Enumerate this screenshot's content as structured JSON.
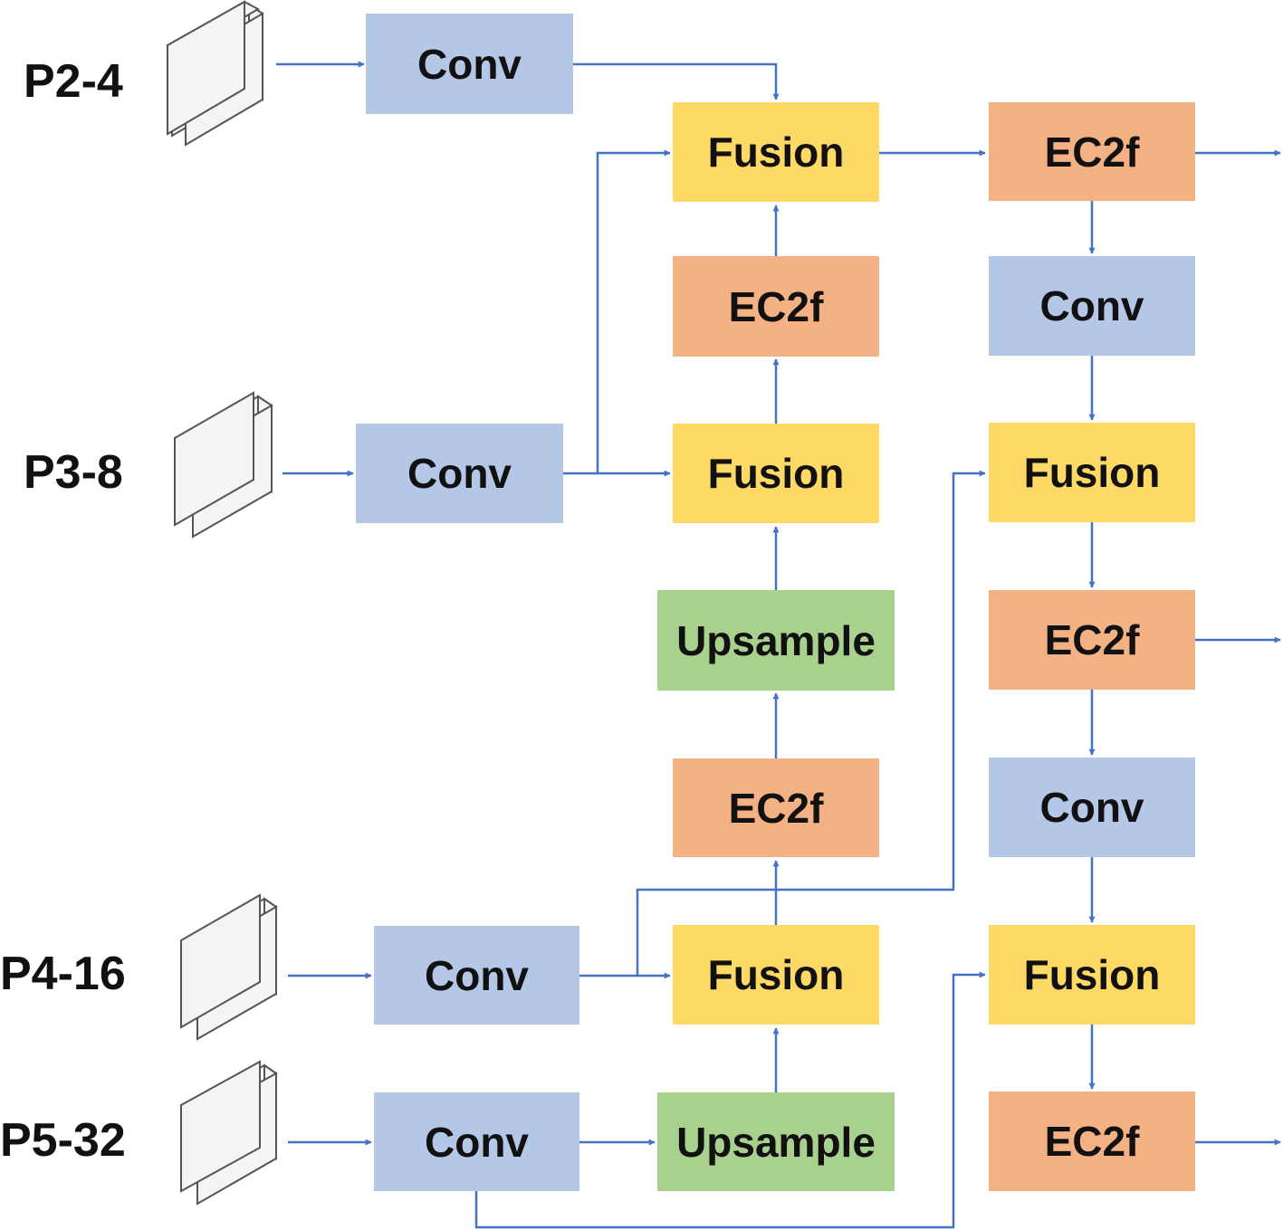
{
  "inputs": {
    "p2": "P2-4",
    "p3": "P3-8",
    "p4": "P4-16",
    "p5": "P5-32"
  },
  "col1": {
    "conv_p2": "Conv",
    "conv_p3": "Conv",
    "conv_p4": "Conv",
    "conv_p5": "Conv"
  },
  "col2": {
    "fusion_top": "Fusion",
    "ec2f_upper": "EC2f",
    "fusion_mid": "Fusion",
    "upsample_upper": "Upsample",
    "ec2f_lower": "EC2f",
    "fusion_low": "Fusion",
    "upsample_lower": "Upsample"
  },
  "col3": {
    "ec2f_out1": "EC2f",
    "conv_a": "Conv",
    "fusion_a": "Fusion",
    "ec2f_out2": "EC2f",
    "conv_b": "Conv",
    "fusion_b": "Fusion",
    "ec2f_out3": "EC2f"
  },
  "colors": {
    "conv": "#b4c7e7",
    "fusion": "#ffd966",
    "ec2f": "#f4b183",
    "upsample": "#a9d18e",
    "arrow": "#4472c4"
  }
}
